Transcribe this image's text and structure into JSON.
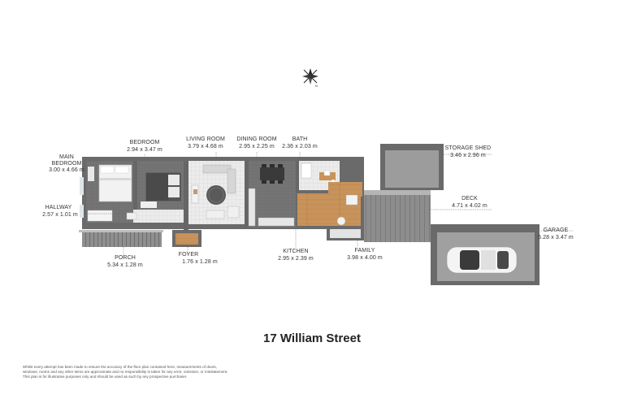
{
  "title": "17 William Street",
  "compass": {
    "label": "N"
  },
  "rooms": [
    {
      "id": "main-bedroom",
      "name": "MAIN BEDROOM",
      "name_lines": [
        "MAIN",
        "BEDROOM"
      ],
      "dims": "3.00 x 4.66 m"
    },
    {
      "id": "bedroom",
      "name": "BEDROOM",
      "dims": "2.94 x 3.47 m"
    },
    {
      "id": "living-room",
      "name": "LIVING ROOM",
      "dims": "3.79 x 4.68 m"
    },
    {
      "id": "dining-room",
      "name": "DINING ROOM",
      "dims": "2.95 x 2.25 m"
    },
    {
      "id": "bath",
      "name": "BATH",
      "dims": "2.36 x 2.03 m"
    },
    {
      "id": "storage-shed",
      "name": "STORAGE SHED",
      "dims": "3.46 x 2.96 m"
    },
    {
      "id": "deck",
      "name": "DECK",
      "dims": "4.71 x 4.02 m"
    },
    {
      "id": "garage",
      "name": "GARAGE",
      "dims": "5.28 x 3.47 m"
    },
    {
      "id": "hallway",
      "name": "HALLWAY",
      "dims": "2.57 x 1.01 m"
    },
    {
      "id": "porch",
      "name": "PORCH",
      "dims": "5.34 x 1.28 m"
    },
    {
      "id": "foyer",
      "name": "FOYER",
      "dims": "1.76 x 1.28 m"
    },
    {
      "id": "kitchen",
      "name": "KITCHEN",
      "dims": "2.95 x 2.39 m"
    },
    {
      "id": "family",
      "name": "FAMILY",
      "dims": "3.98 x 4.00 m"
    }
  ],
  "disclaimer": [
    "Whilst every attempt has been made to ensure the accuracy of the floor plan contained here, measurements of doors,",
    "windows, rooms and any other items are approximate and no responsibility is taken for any error, omission, or misstatement.",
    "This plan is for illustrative purposes only and should be used as such by any prospective purchaser."
  ],
  "colors": {
    "wall": "#707070",
    "carpet": "#6f6f6f",
    "timber": "#c8935a",
    "deck": "#8a8a8a",
    "tile": "#e6e6e6",
    "garage_floor": "#9a9a9a"
  }
}
